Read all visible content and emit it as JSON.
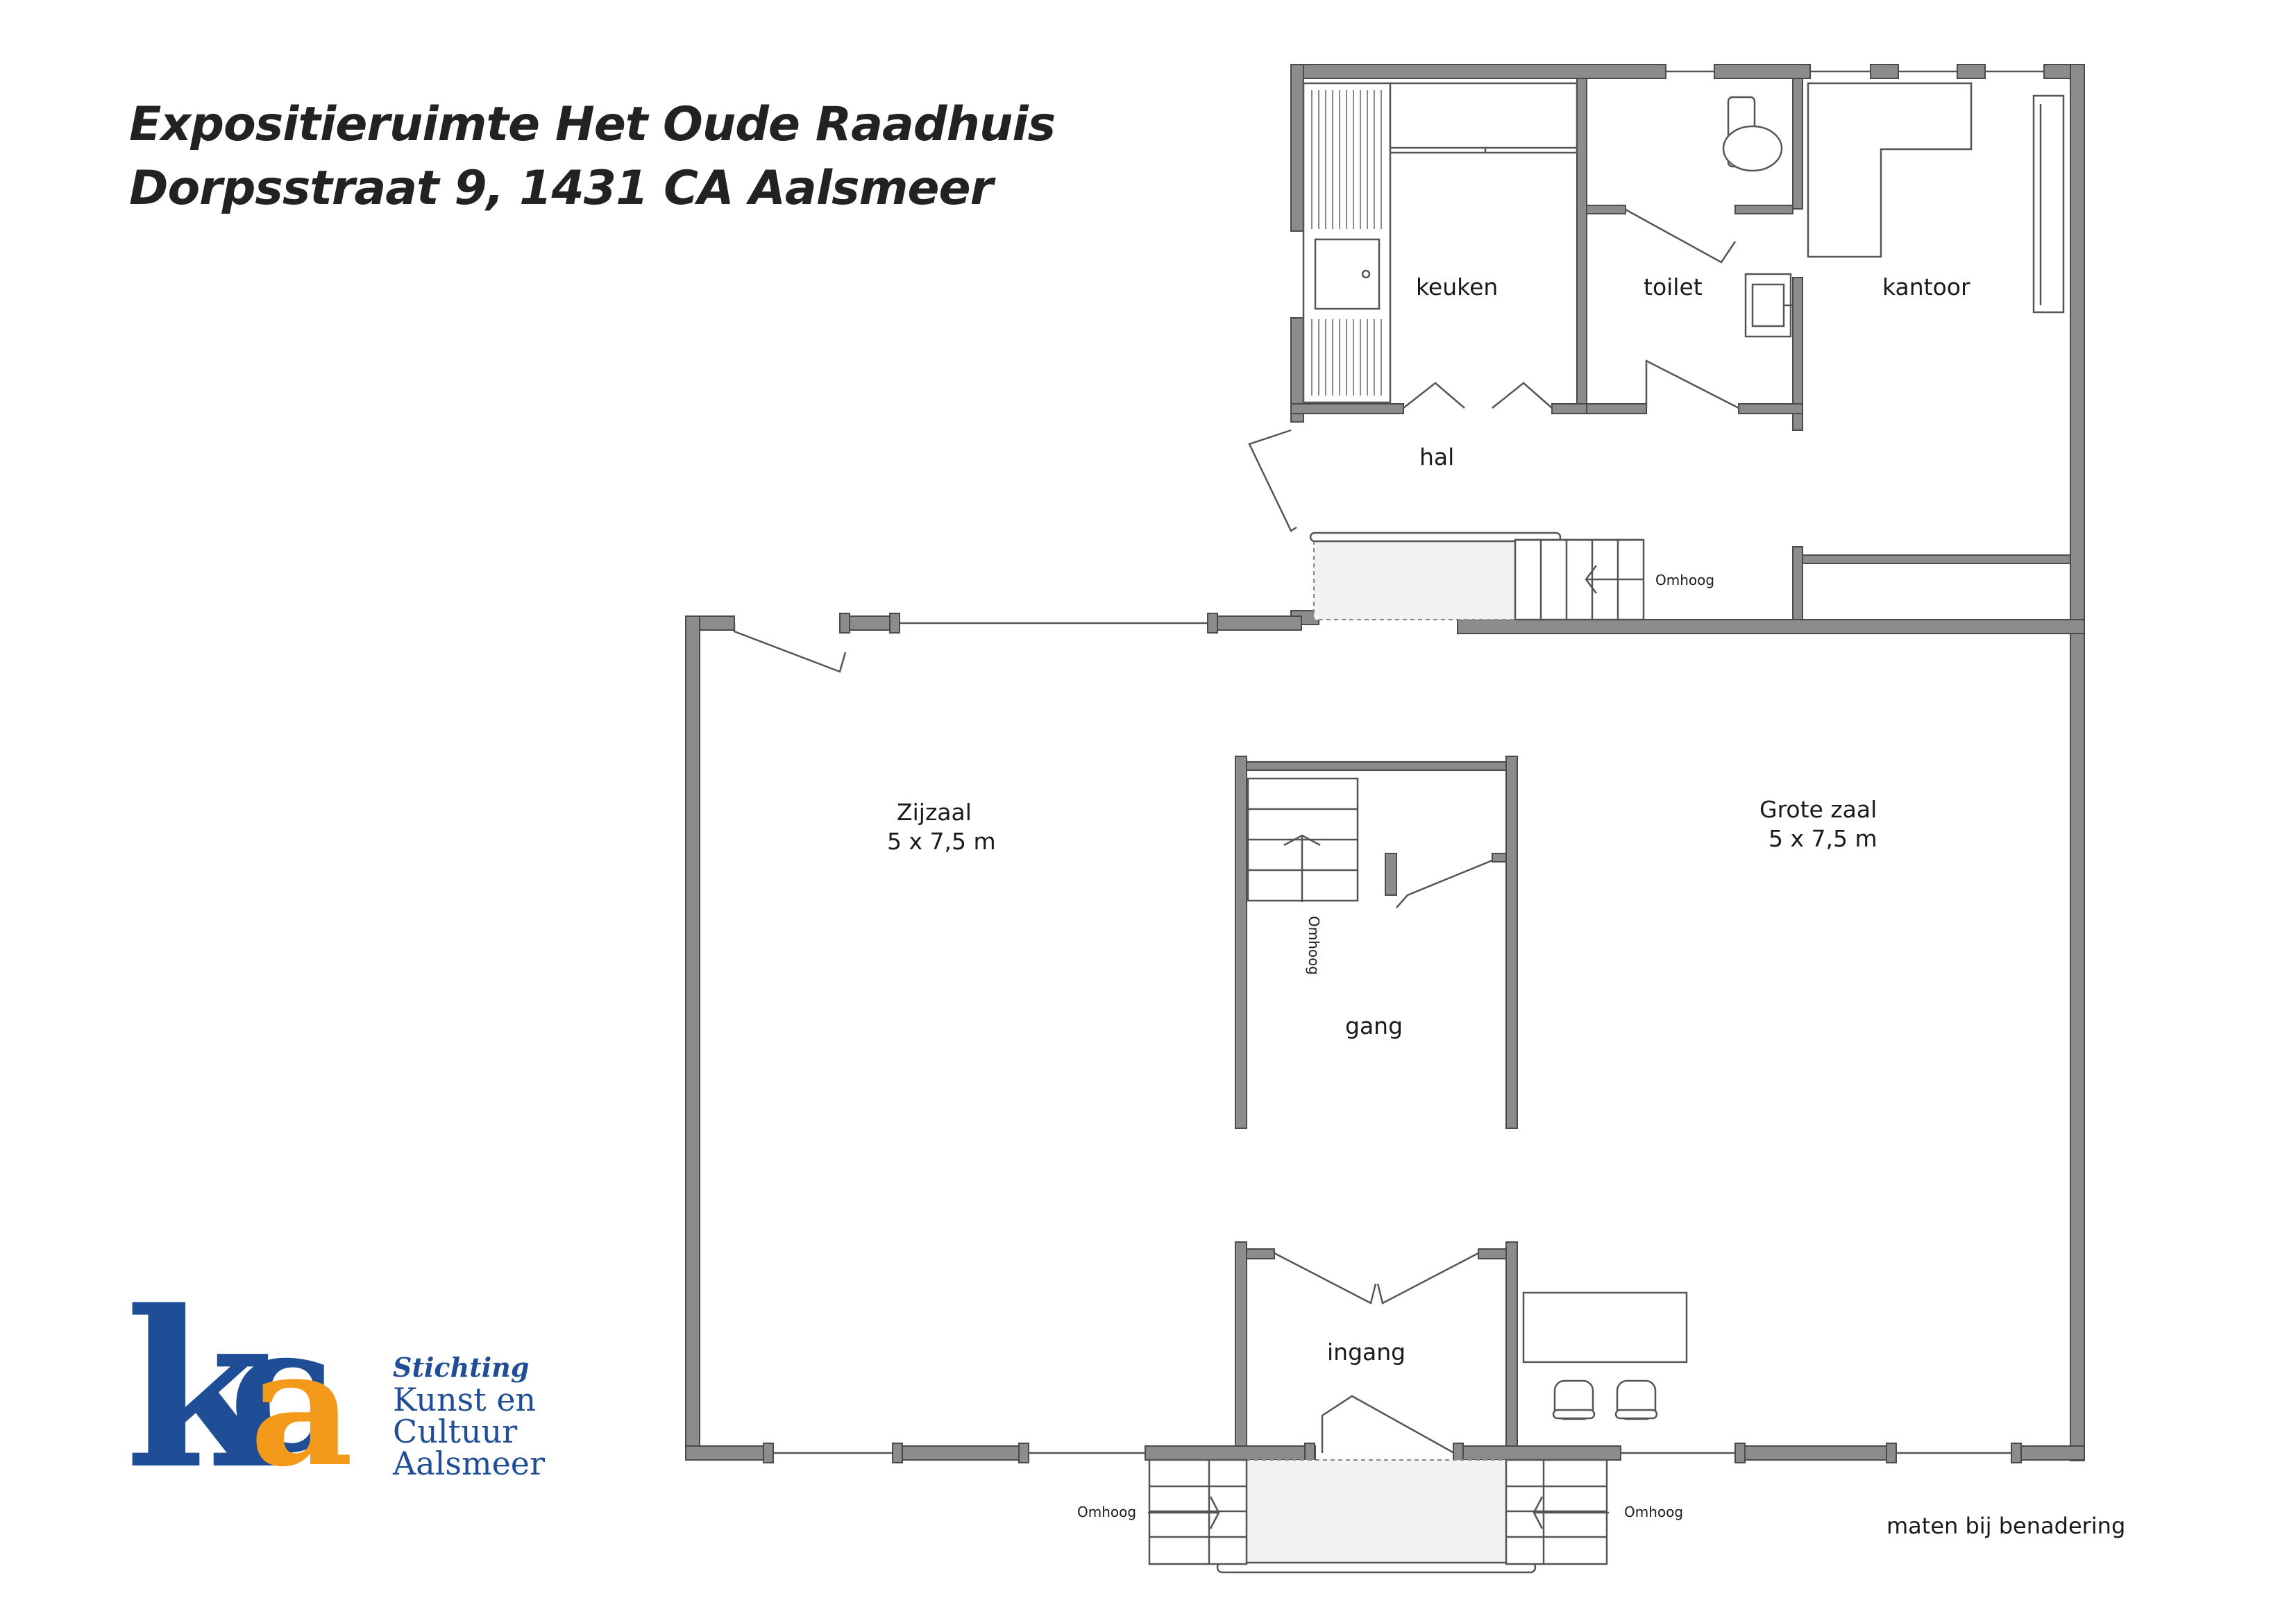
{
  "header": {
    "title_line1": "Expositieruimte Het Oude Raadhuis",
    "title_line2": "Dorpsstraat 9, 1431 CA Aalsmeer"
  },
  "rooms": {
    "keuken": "keuken",
    "toilet": "toilet",
    "kantoor": "kantoor",
    "hal": "hal",
    "zijzaal": "Zijzaal",
    "zijzaal_size": "5 x 7,5 m",
    "grote_zaal": "Grote zaal",
    "grote_zaal_size": "5 x 7,5 m",
    "gang": "gang",
    "ingang": "ingang"
  },
  "stairs": {
    "up_label": "Omhoog"
  },
  "logo": {
    "letters": "kca",
    "line1": "Stichting",
    "line2": "Kunst en",
    "line3": "Cultuur",
    "line4": "Aalsmeer"
  },
  "footer": {
    "note": "maten bij benadering"
  },
  "colors": {
    "wall": "#8c8c8c",
    "line": "#555555",
    "logo_blue": "#1f4e96",
    "logo_orange": "#f39a1b"
  }
}
